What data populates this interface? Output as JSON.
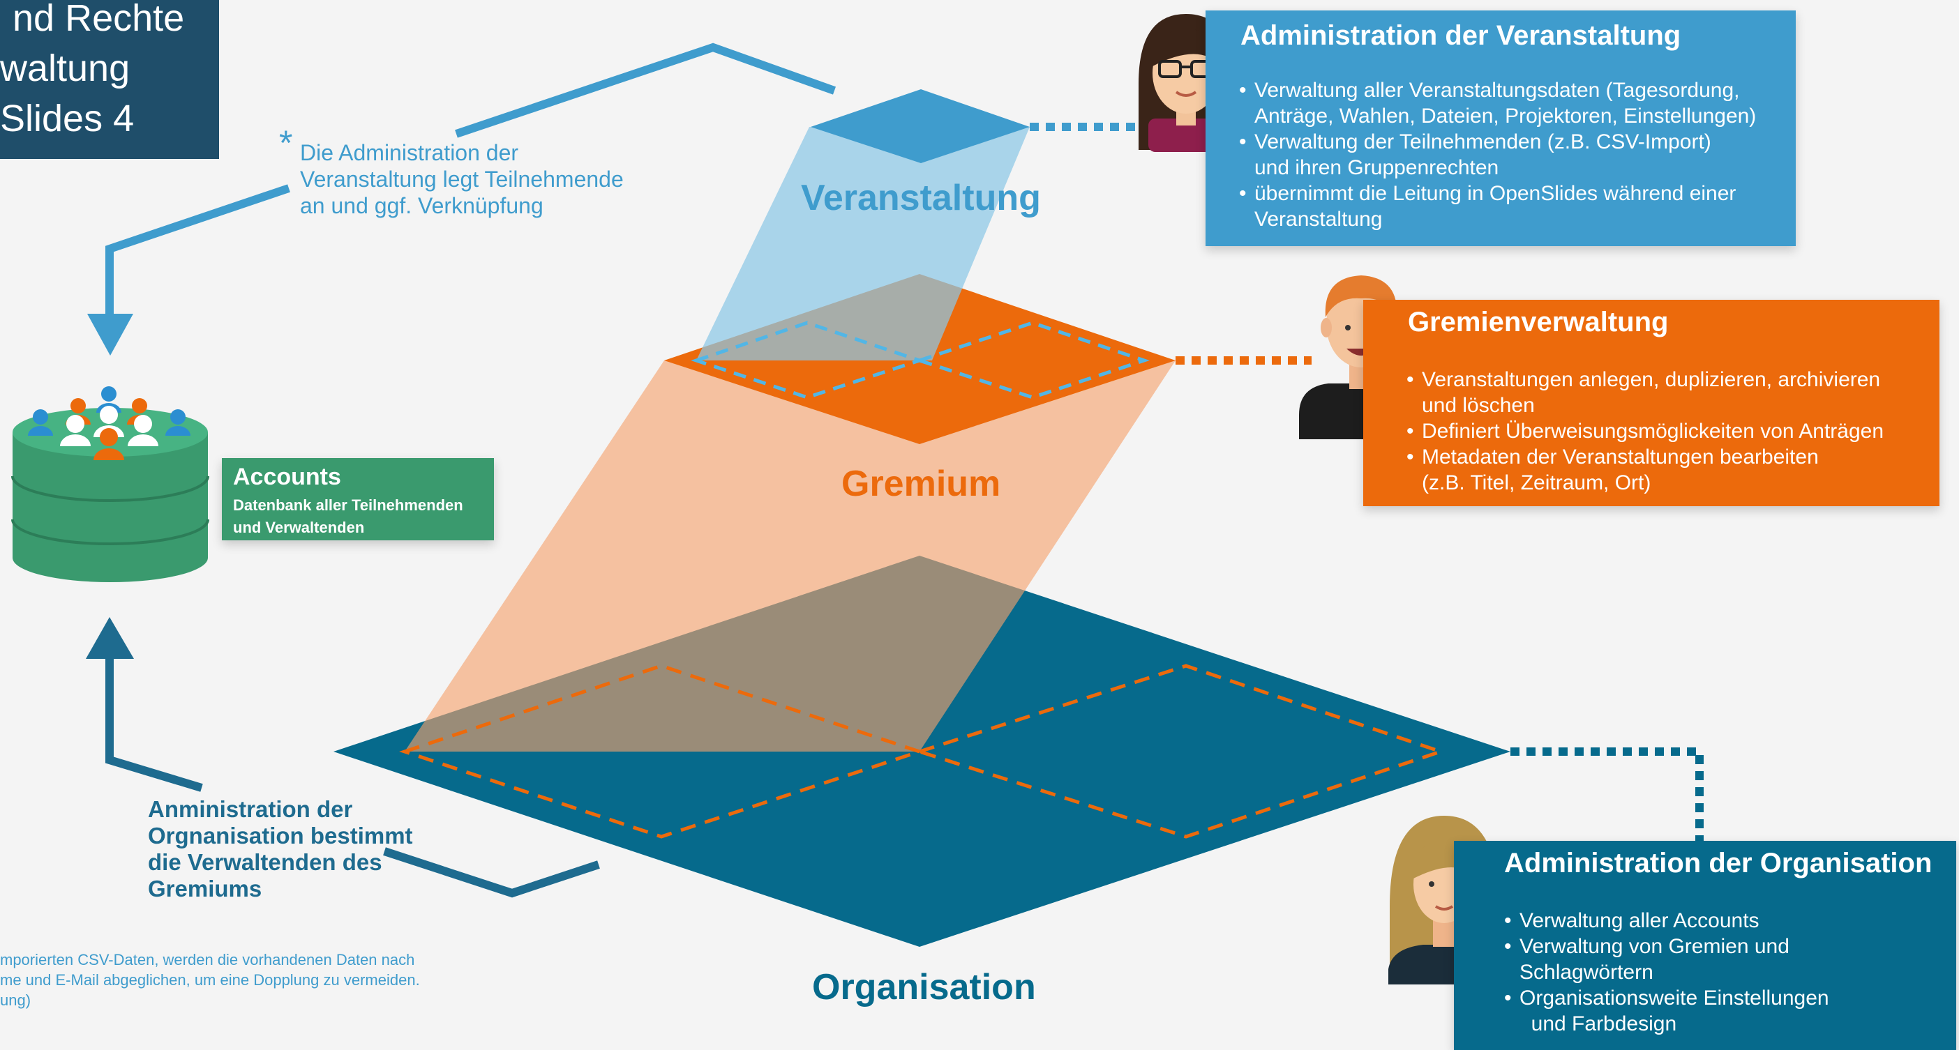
{
  "title_lines": [
    "nd Rechte",
    "waltung",
    "Slides 4"
  ],
  "admin_note": {
    "asterisk": "*",
    "lines": [
      "Die Administration der",
      "Veranstaltung legt Teilnehmende",
      "an und  ggf. Verknüpfung"
    ]
  },
  "org_note": {
    "lines": [
      "Anministration der",
      "Orgnanisation bestimmt",
      "die Verwaltenden des",
      "Gremiums"
    ]
  },
  "footnote": {
    "lines": [
      "mporierten CSV-Daten, werden die vorhandenen Daten nach",
      "me und E-Mail abgeglichen, um eine Dopplung zu vermeiden.",
      "ung)"
    ]
  },
  "accounts": {
    "title": "Accounts",
    "lines": [
      "Datenbank aller Teilnehmenden",
      "und Verwaltenden"
    ]
  },
  "layers": {
    "veranstaltung": "Veranstaltung",
    "gremium": "Gremium",
    "organisation": "Organisation"
  },
  "roles": {
    "veranstaltung": {
      "title": "Administration der Veranstaltung",
      "items": [
        [
          "Verwaltung aller Veranstaltungsdaten (Tagesordung,",
          "Anträge, Wahlen, Dateien, Projektoren, Einstellungen)"
        ],
        [
          "Verwaltung der Teilnehmenden (z.B. CSV-Import)",
          "und ihren Gruppenrechten"
        ],
        [
          "übernimmt die Leitung in OpenSlides während einer",
          "Veranstaltung"
        ]
      ]
    },
    "gremium": {
      "title": "Gremienverwaltung",
      "items": [
        [
          "Veranstaltungen anlegen, duplizieren, archivieren",
          "und löschen"
        ],
        [
          "Definiert Überweisungsmöglickeiten von Anträgen"
        ],
        [
          "Metadaten der Veranstaltungen bearbeiten",
          "(z.B. Titel, Zeitraum, Ort)"
        ]
      ]
    },
    "organisation": {
      "title": "Administration der Organisation",
      "items": [
        [
          "Verwaltung aller Accounts"
        ],
        [
          "Verwaltung von Gremien und",
          "Schlagwörtern"
        ],
        [
          "Organisationsweite Einstellungen",
          "  und Farbdesign"
        ]
      ]
    }
  },
  "colors": {
    "title_bg": "#1f4e6a",
    "veranstaltung": "#3f9ccd",
    "gremium": "#ec6a0c",
    "organisation": "#066a8c",
    "accounts": "#3a9a6e"
  },
  "icons": [
    "person-woman-glasses-icon",
    "person-man-icon",
    "person-woman-icon",
    "user-group-icon",
    "database-icon",
    "arrow-down-icon",
    "arrow-up-icon"
  ]
}
